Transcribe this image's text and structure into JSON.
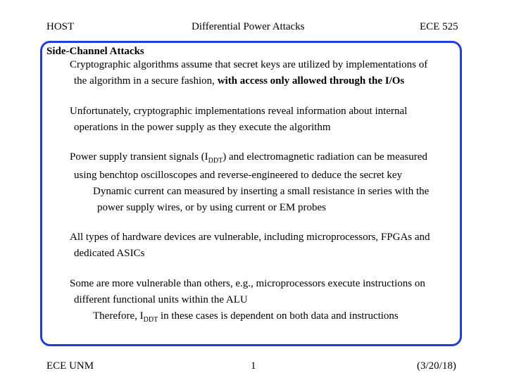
{
  "header": {
    "left": "HOST",
    "center": "Differential Power Attacks",
    "right": "ECE 525"
  },
  "section": {
    "title": "Side-Channel Attacks"
  },
  "paragraphs": {
    "p1_line1": "Cryptographic algorithms assume that secret keys are utilized by implementations of",
    "p1_line2_pre": "the algorithm in a secure fashion, ",
    "p1_line2_bold": "with access only allowed through the I/Os",
    "p2_line1": "Unfortunately, cryptographic implementations reveal information about internal",
    "p2_line2": "operations in the power supply as they execute the algorithm",
    "p3_line1_pre": "Power supply transient signals (I",
    "p3_line1_sub": "DDT",
    "p3_line1_post": ") and electromagnetic radiation can be measured",
    "p3_line2": "using benchtop oscilloscopes and reverse-engineered to deduce the secret key",
    "p3_sub_line1": "Dynamic current can measured by inserting a small resistance in series with the",
    "p3_sub_line2": "power supply wires, or by using current or EM probes",
    "p4_line1": "All types of hardware devices are vulnerable, including microprocessors, FPGAs and",
    "p4_line2": "dedicated ASICs",
    "p5_line1": "Some are more vulnerable than others, e.g., microprocessors execute instructions on",
    "p5_line2": "different functional units within the ALU",
    "p5_sub_pre": "Therefore, I",
    "p5_sub_sub": "DDT",
    "p5_sub_post": " in these cases is dependent on both data and instructions"
  },
  "footer": {
    "left": "ECE UNM",
    "center": "1",
    "right": "(3/20/18)"
  },
  "colors": {
    "frame_border": "#1f3fd8",
    "text": "#000000",
    "background": "#ffffff"
  }
}
